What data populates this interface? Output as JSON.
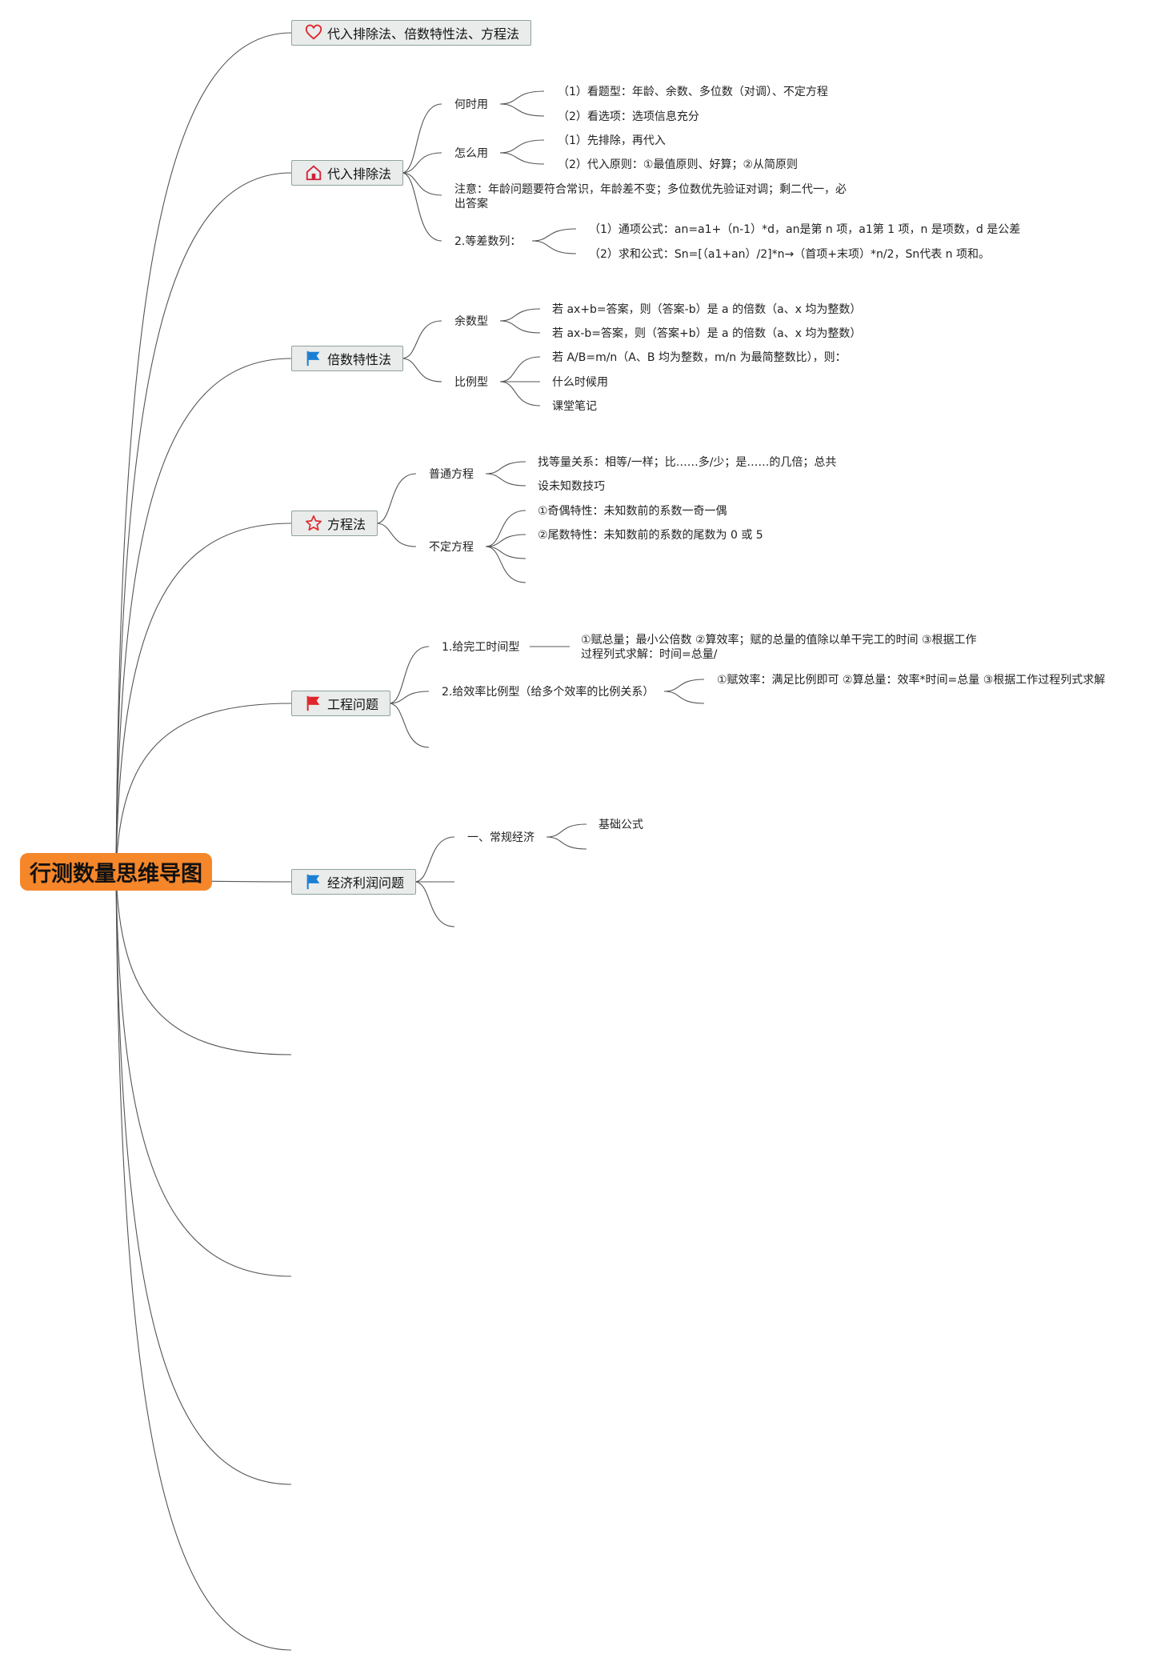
{
  "root": {
    "title": "行测数量思维导图"
  },
  "topics": {
    "t1": {
      "label": "代入排除法、倍数特性法、方程法",
      "icon": "heart-icon"
    },
    "t2": {
      "label": "代入排除法",
      "icon": "home-icon",
      "when": {
        "label": "何时用",
        "items": [
          "（1）看题型：年龄、余数、多位数（对调）、不定方程",
          "（2）看选项：选项信息充分"
        ]
      },
      "how": {
        "label": "怎么用",
        "items": [
          "（1）先排除，再代入",
          "（2）代入原则：①最值原则、好算；②从简原则"
        ]
      },
      "note": "注意：年龄问题要符合常识，年龄差不变；多位数优先验证对调；剩二代一，必出答案",
      "arith": {
        "label": "2.等差数列：",
        "items": [
          "（1）通项公式：an=a1+（n-1）*d，an是第 n 项，a1第 1 项，n 是项数，d 是公差",
          "（2）求和公式：Sn=[（a1+an）/2]*n→（首项+末项）*n/2，Sn代表 n 项和。"
        ]
      }
    },
    "t3": {
      "label": "倍数特性法",
      "icon": "blue-flag-icon",
      "remainder": {
        "label": "余数型",
        "items": [
          "若 ax+b=答案，则（答案-b）是 a 的倍数（a、x 均为整数）",
          "若 ax-b=答案，则（答案+b）是 a 的倍数（a、x 均为整数）"
        ]
      },
      "ratio": {
        "label": "比例型",
        "items": [
          "若 A/B=m/n（A、B 均为整数，m/n 为最简整数比），则：",
          "什么时候用",
          "课堂笔记"
        ]
      }
    },
    "t4": {
      "label": "方程法",
      "icon": "star-icon",
      "normal": {
        "label": "普通方程",
        "items": [
          "找等量关系：相等/一样；比……多/少；是……的几倍；总共",
          "设未知数技巧"
        ]
      },
      "indef": {
        "label": "不定方程",
        "items": [
          "①奇偶特性：未知数前的系数一奇一偶",
          "②尾数特性：未知数前的系数的尾数为 0 或 5"
        ]
      }
    },
    "t5": {
      "label": "工程问题",
      "icon": "red-flag-icon",
      "a": {
        "label": "1.给完工时间型",
        "detail": "①赋总量；最小公倍数 ②算效率；赋的总量的值除以单干完工的时间 ③根据工作过程列式求解：时间=总量/"
      },
      "b": {
        "label": "2.给效率比例型（给多个效率的比例关系）",
        "detail": "①赋效率：满足比例即可 ②算总量：效率*时间=总量 ③根据工作过程列式求解"
      }
    },
    "t6": {
      "label": "经济利润问题",
      "icon": "blue-flag-icon",
      "a": {
        "label": "一、常规经济",
        "items": [
          "基础公式"
        ]
      }
    }
  },
  "colors": {
    "root": "#f5862a",
    "topic_bg": "#e9ecea",
    "topic_border": "#8ea39a",
    "line": "#555555"
  }
}
